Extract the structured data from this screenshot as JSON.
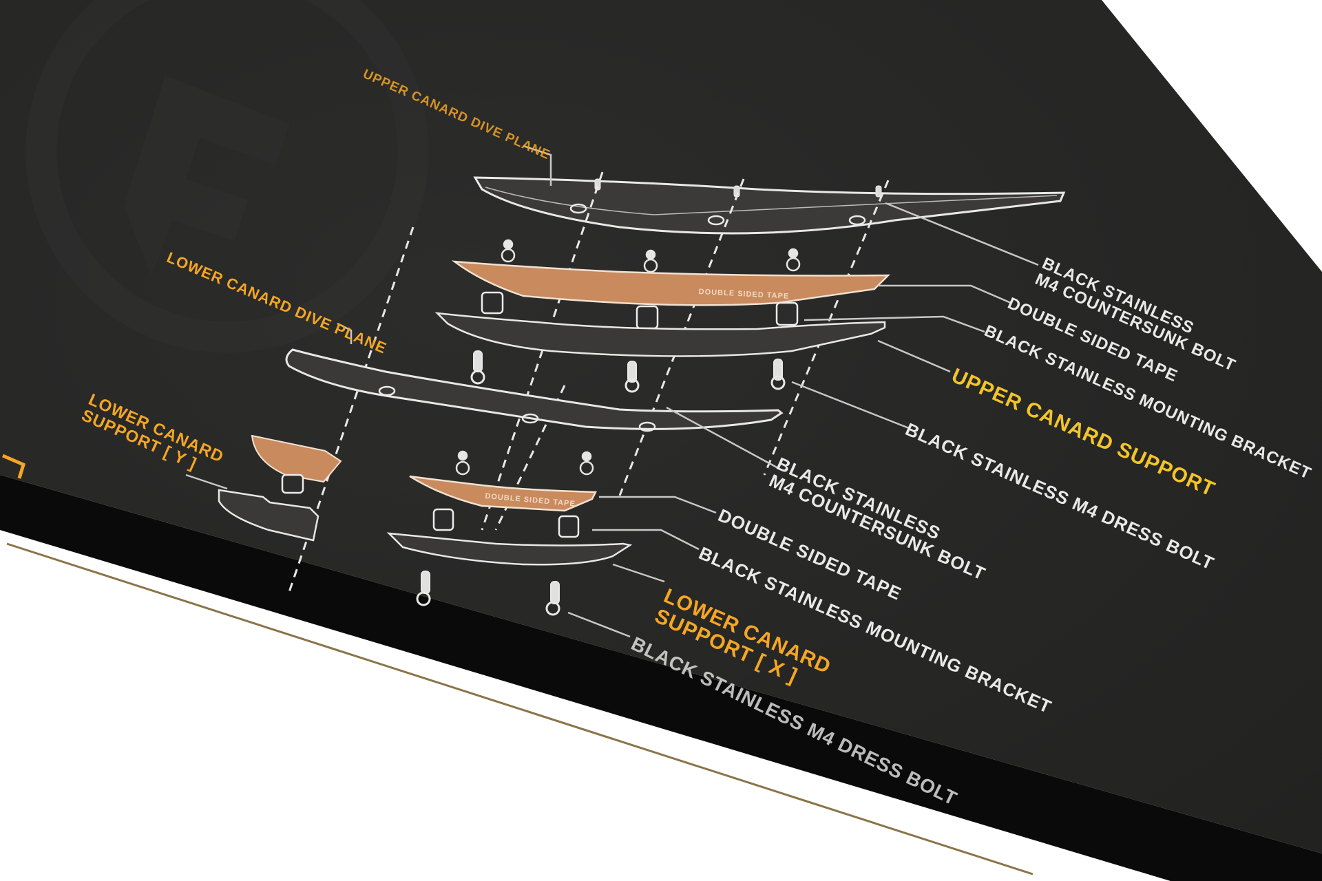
{
  "colors": {
    "box_black": "#262626",
    "label_orange": "#f5a623",
    "label_yellow": "#f4c527",
    "label_white": "#e9e9e9",
    "tape_copper": "#c98a5e",
    "outline": "#e8e8e8",
    "background": "#ffffff"
  },
  "diagram": {
    "title_labels": {
      "upper_dive_plane": "UPPER CANARD DIVE PLANE",
      "lower_dive_plane": "LOWER CANARD DIVE PLANE",
      "lower_support_y_line1": "LOWER CANARD",
      "lower_support_y_line2": "SUPPORT [ Y ]",
      "upper_support": "UPPER CANARD SUPPORT",
      "lower_support_x_line1": "LOWER CANARD",
      "lower_support_x_line2": "SUPPORT [ X ]"
    },
    "part_labels": {
      "upper_bolt_line1": "BLACK STAINLESS",
      "upper_bolt_line2": "M4 COUNTERSUNK BOLT",
      "upper_tape": "DOUBLE SIDED TAPE",
      "upper_bracket": "BLACK STAINLESS MOUNTING BRACKET",
      "upper_dress_bolt": "BLACK STAINLESS M4 DRESS BOLT",
      "lower_bolt_line1": "BLACK STAINLESS",
      "lower_bolt_line2": "M4 COUNTERSUNK BOLT",
      "lower_tape": "DOUBLE SIDED TAPE",
      "lower_bracket": "BLACK STAINLESS MOUNTING BRACKET",
      "lower_dress_bolt": "BLACK STAINLESS M4 DRESS BOLT"
    },
    "tape_inline_text": {
      "upper": "DOUBLE SIDED TAPE",
      "lower": "DOUBLE SIDED TAPE"
    }
  }
}
